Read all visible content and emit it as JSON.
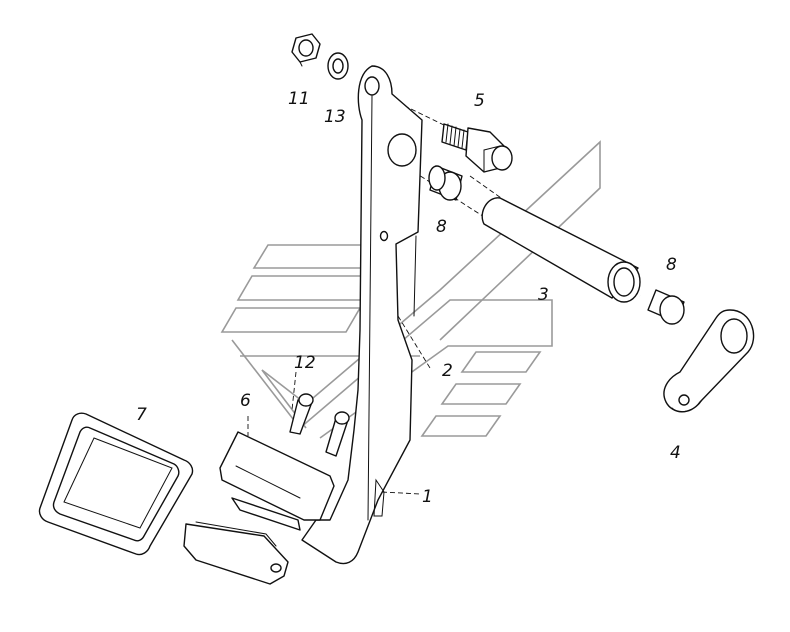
{
  "callouts": {
    "c1": "1",
    "c2": "2",
    "c3": "3",
    "c4": "4",
    "c5": "5",
    "c6": "6",
    "c7": "7",
    "c8a": "8",
    "c8b": "8",
    "c11": "11",
    "c12": "12",
    "c13": "13"
  },
  "colors": {
    "line": "#111111",
    "watermark": "#9a9a9a",
    "background": "#ffffff"
  }
}
